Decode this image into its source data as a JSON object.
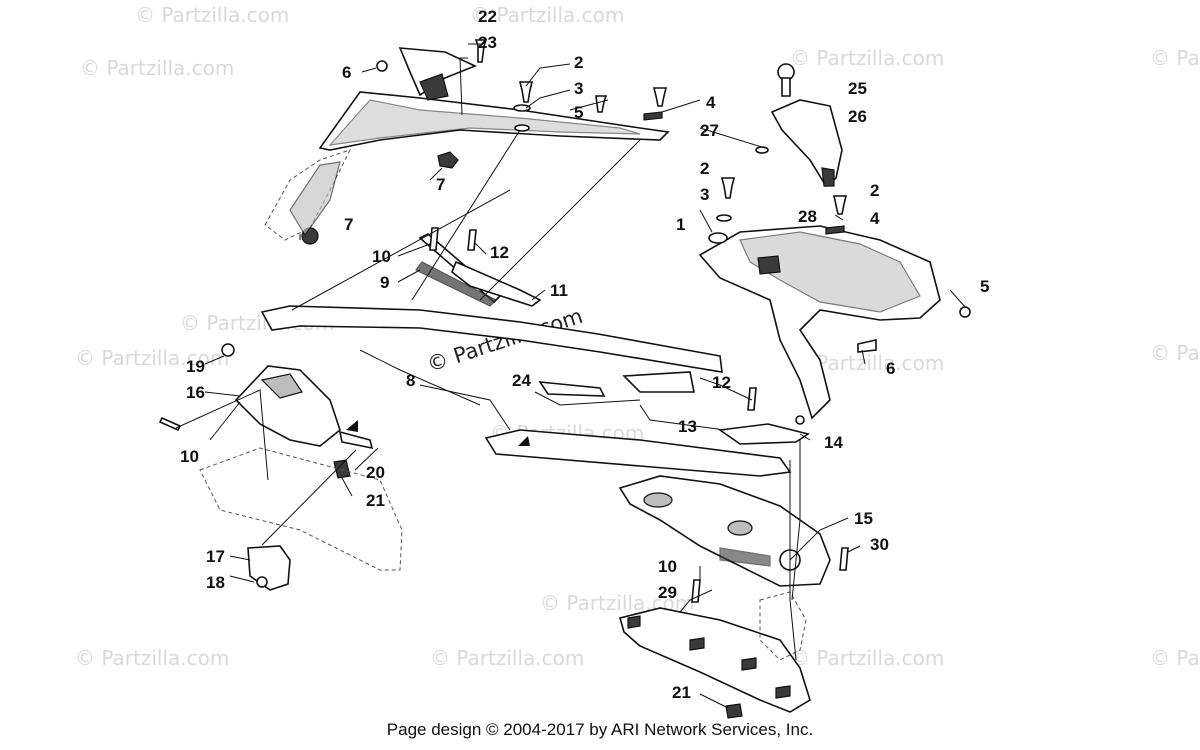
{
  "watermarks": [
    {
      "text": "© Partzilla.com"
    },
    {
      "text": "© Partzilla.com"
    },
    {
      "text": "© Partzilla.com"
    },
    {
      "text": "© Partzilla.com"
    },
    {
      "text": "© Partzilla.com"
    },
    {
      "text": "© Partzilla.com"
    },
    {
      "text": "© Partzilla.com"
    },
    {
      "text": "© Partzilla.com"
    },
    {
      "text": "© Partzilla.com"
    },
    {
      "text": "© Partzilla.com"
    },
    {
      "text": "© Partzilla.com"
    },
    {
      "text": "© Partzilla.com"
    },
    {
      "text": "© Partzilla.com"
    },
    {
      "text": "© Partzilla.com"
    },
    {
      "text": "© Partzilla.com"
    }
  ],
  "center_watermark": "© Partzilla.com",
  "callouts": [
    "22",
    "23",
    "6",
    "2",
    "3",
    "5",
    "4",
    "25",
    "26",
    "27",
    "7",
    "2",
    "3",
    "2",
    "4",
    "1",
    "28",
    "7",
    "10",
    "12",
    "9",
    "11",
    "5",
    "6",
    "19",
    "16",
    "8",
    "24",
    "12",
    "13",
    "14",
    "10",
    "20",
    "21",
    "17",
    "18",
    "15",
    "30",
    "10",
    "29",
    "21"
  ],
  "footer": "Page design © 2004-2017 by ARI Network Services, Inc."
}
